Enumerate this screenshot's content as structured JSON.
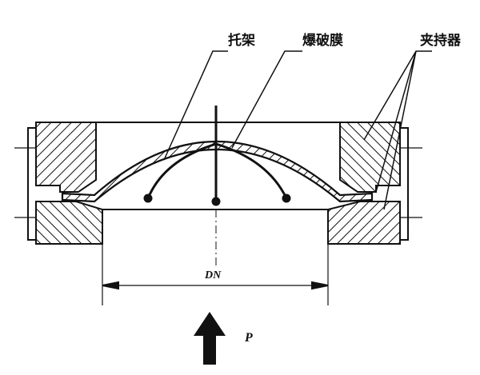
{
  "labels": {
    "holder_support": "托架",
    "rupture_disc": "爆破膜",
    "clamp": "夹持器",
    "nominal_diameter": "DN",
    "pressure": "P"
  }
}
